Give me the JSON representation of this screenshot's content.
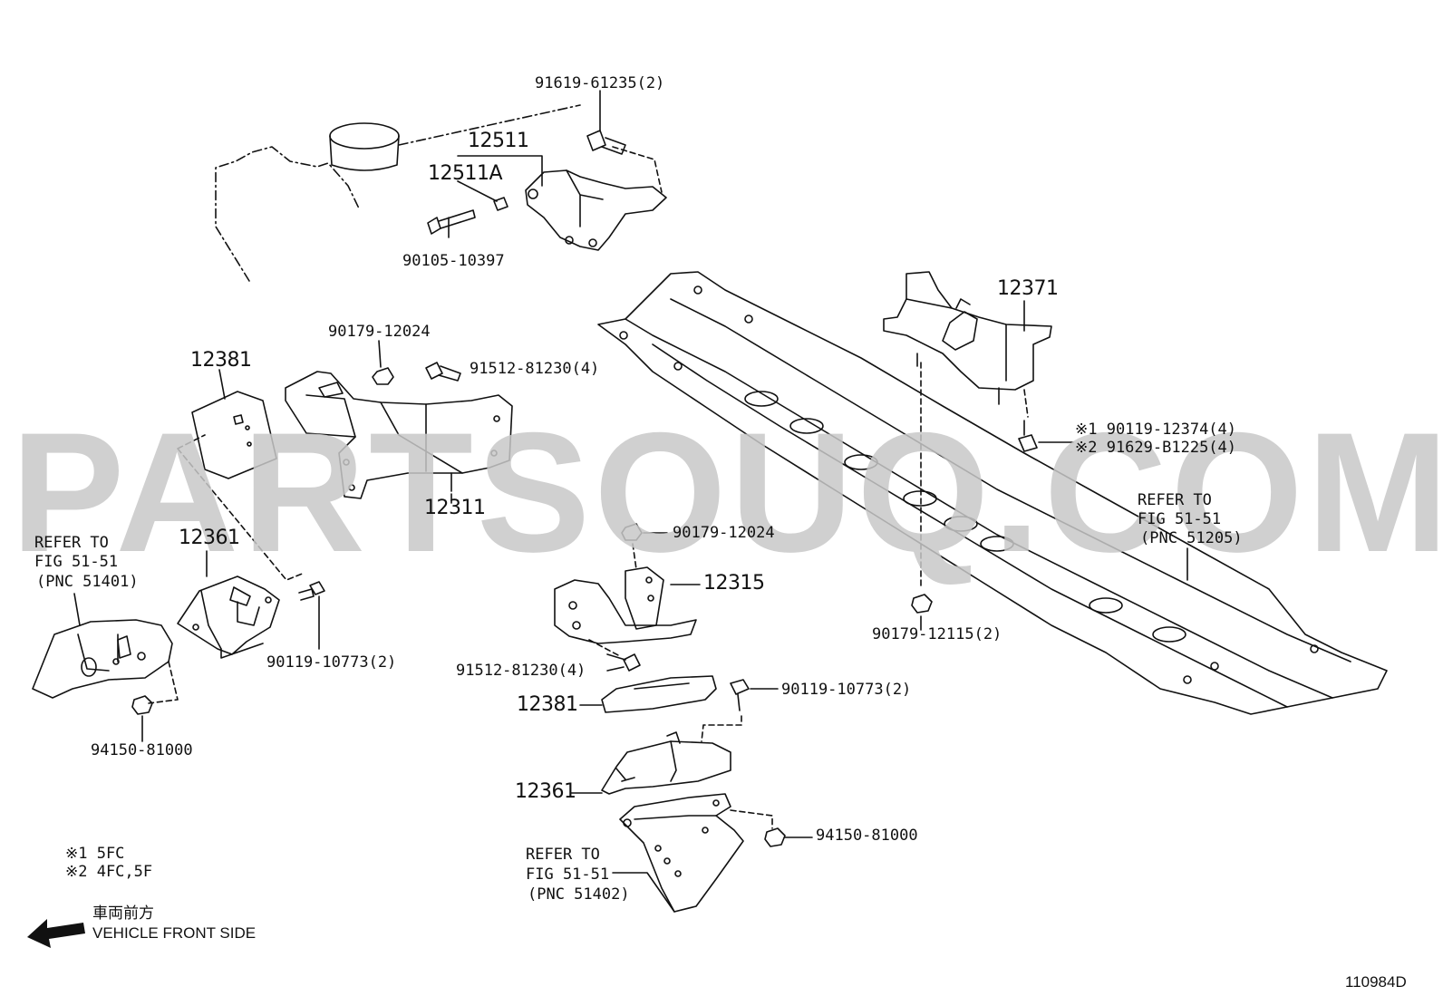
{
  "watermark": "PARTSOUQ.COM",
  "labels": {
    "p91619": "91619-61235(2)",
    "p12511": "12511",
    "p12511a": "12511A",
    "p90105": "90105-10397",
    "p12371": "12371",
    "p90179a": "90179-12024",
    "p91512a": "91512-81230(4)",
    "p12381a": "12381",
    "p12311": "12311",
    "note1": "※1 90119-12374(4)",
    "note2": "※2 91629-B1225(4)",
    "p12361a": "12361",
    "p90179b": "90179-12024",
    "p12315": "12315",
    "p90119a": "90119-10773(2)",
    "p94150a": "94150-81000",
    "p91512b": "91512-81230(4)",
    "p12381b": "12381",
    "p90119b": "90119-10773(2)",
    "p90179c": "90179-12115(2)",
    "p12361b": "12361",
    "p94150b": "94150-81000"
  },
  "refs": {
    "left": [
      "REFER TO",
      "FIG 51-51",
      "(PNC 51401)"
    ],
    "right": [
      "REFER TO",
      "FIG 51-51",
      "(PNC 51205)"
    ],
    "bottom": [
      "REFER TO",
      "FIG 51-51",
      "(PNC 51402)"
    ]
  },
  "legend": {
    "line1": "※1  5FC",
    "line2": "※2  4FC,5F"
  },
  "direction": {
    "jp": "車両前方",
    "en": "VEHICLE FRONT SIDE"
  },
  "figure_id": "110984D"
}
